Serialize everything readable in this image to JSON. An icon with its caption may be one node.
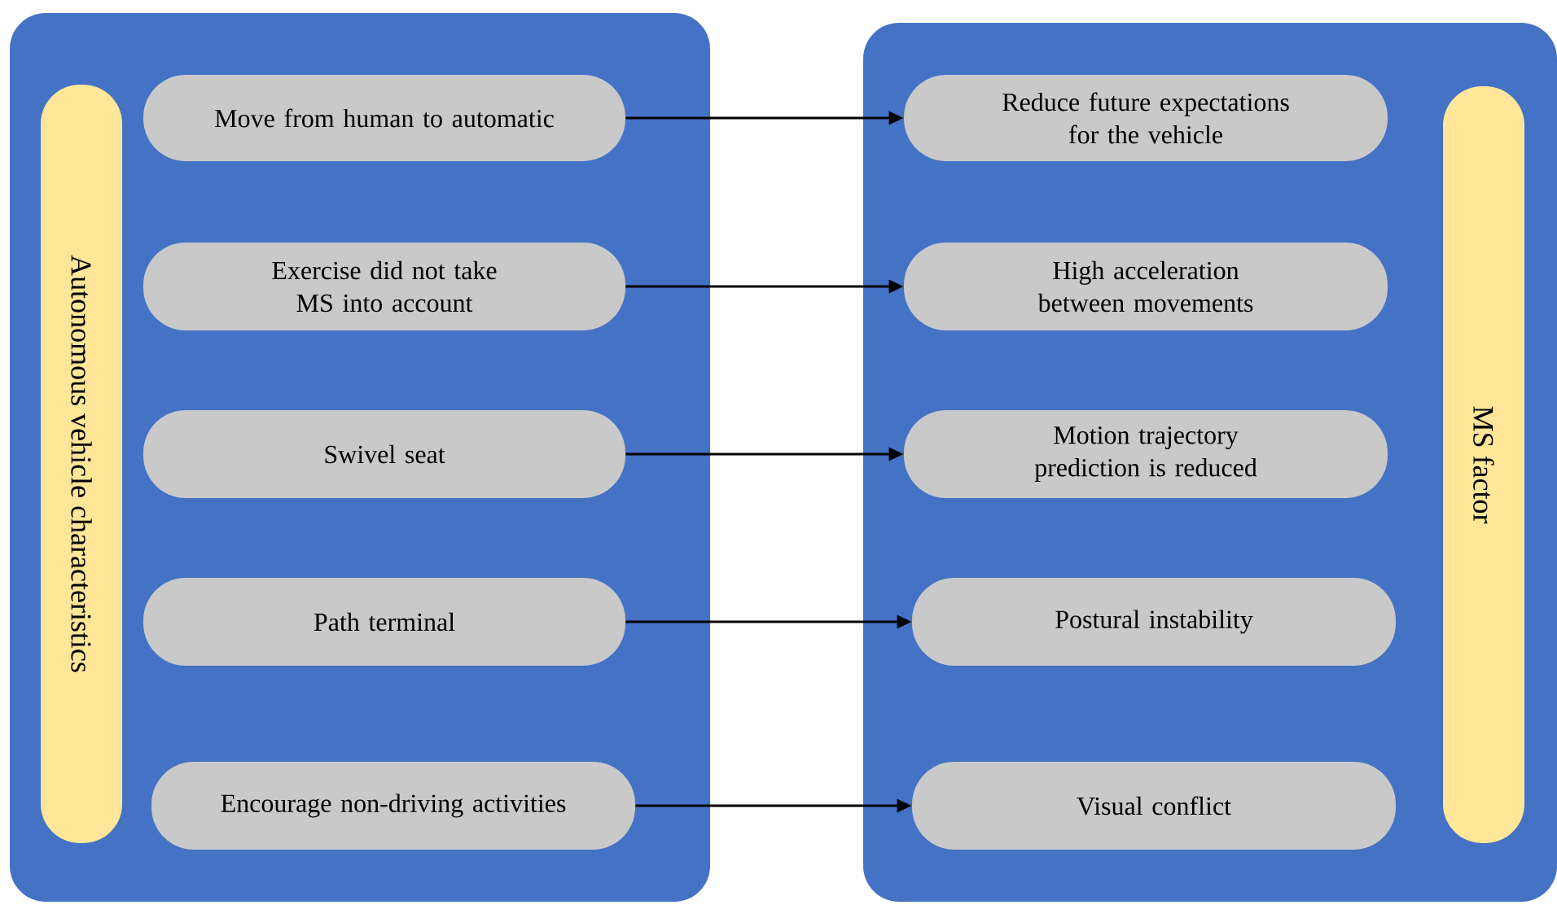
{
  "diagram": {
    "nodes": [
      {
        "text": [],
        "shape": "box"
      },
      {
        "text": [
          "Autonomous vehicle characteristics"
        ],
        "in": 0
      },
      {
        "text": [
          "Move from human to automatic"
        ],
        "in": 0
      },
      {
        "text": [
          "Exercise did not take MS into account"
        ],
        "in": 0
      },
      {
        "text": [
          "Swivel seat"
        ],
        "in": 0
      },
      {
        "text": [
          "Path terminal"
        ],
        "in": 0
      },
      {
        "text": [
          "Encourage non-driving activities"
        ],
        "in": 0
      },
      {
        "text": [],
        "shape": "box"
      },
      {
        "text": [
          "Reduce future expectations for the vehicle"
        ],
        "in": 7
      },
      {
        "text": [
          "High acceleration between movements"
        ],
        "in": 7
      },
      {
        "text": [
          "Motion trajectory prediction is reduced"
        ],
        "in": 7
      },
      {
        "text": [
          "Postural instability"
        ],
        "in": 7
      },
      {
        "text": [
          "Visual conflict"
        ],
        "in": 7
      },
      {
        "text": [
          "MS factor"
        ],
        "in": 7
      }
    ],
    "edges": [
      {
        "from": 2,
        "to": 8,
        "arrow": "to"
      },
      {
        "from": 3,
        "to": 9,
        "arrow": "to"
      },
      {
        "from": 4,
        "to": 10,
        "arrow": "to"
      },
      {
        "from": 5,
        "to": 11,
        "arrow": "to"
      },
      {
        "from": 6,
        "to": 12,
        "arrow": "to"
      }
    ]
  }
}
